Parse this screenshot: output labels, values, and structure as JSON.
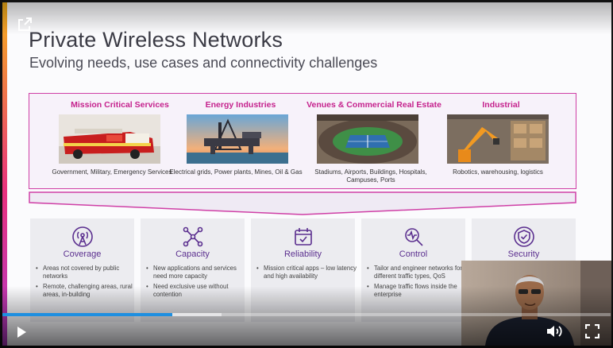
{
  "slide": {
    "title": "Private Wireless Networks",
    "subtitle": "Evolving needs, use cases and connectivity challenges"
  },
  "industries": [
    {
      "title": "Mission Critical Services",
      "desc": "Government, Military, Emergency Services",
      "image": "fire-truck"
    },
    {
      "title": "Energy Industries",
      "desc": "Electrical grids, Power plants, Mines, Oil & Gas",
      "image": "oil-rig"
    },
    {
      "title": "Venues & Commercial Real Estate",
      "desc": "Stadiums, Airports, Buildings, Hospitals, Campuses, Ports",
      "image": "stadium"
    },
    {
      "title": "Industrial",
      "desc": "Robotics, warehousing, logistics",
      "image": "robot-arm"
    }
  ],
  "capabilities": [
    {
      "title": "Coverage",
      "icon": "antenna-icon",
      "bullets": [
        "Areas not covered by public networks",
        "Remote, challenging areas, rural areas, in-building"
      ]
    },
    {
      "title": "Capacity",
      "icon": "network-nodes-icon",
      "bullets": [
        "New applications and services need more capacity",
        "Need exclusive use without contention"
      ]
    },
    {
      "title": "Reliability",
      "icon": "calendar-check-icon",
      "bullets": [
        "Mission critical apps – low latency and high availability"
      ]
    },
    {
      "title": "Control",
      "icon": "magnifier-pulse-icon",
      "bullets": [
        "Tailor and engineer networks for different traffic types, QoS",
        "Manage traffic flows inside the enterprise"
      ]
    },
    {
      "title": "Security",
      "icon": "shield-check-icon",
      "bullets": []
    }
  ],
  "player": {
    "progress_played": 0.28,
    "progress_buffered": 0.36,
    "accent_color": "#1e8fe0",
    "icons": [
      "share-icon",
      "play-icon",
      "volume-icon",
      "fullscreen-icon"
    ]
  },
  "colors": {
    "brand_magenta": "#c5228d",
    "capability_purple": "#5b2f8f"
  }
}
